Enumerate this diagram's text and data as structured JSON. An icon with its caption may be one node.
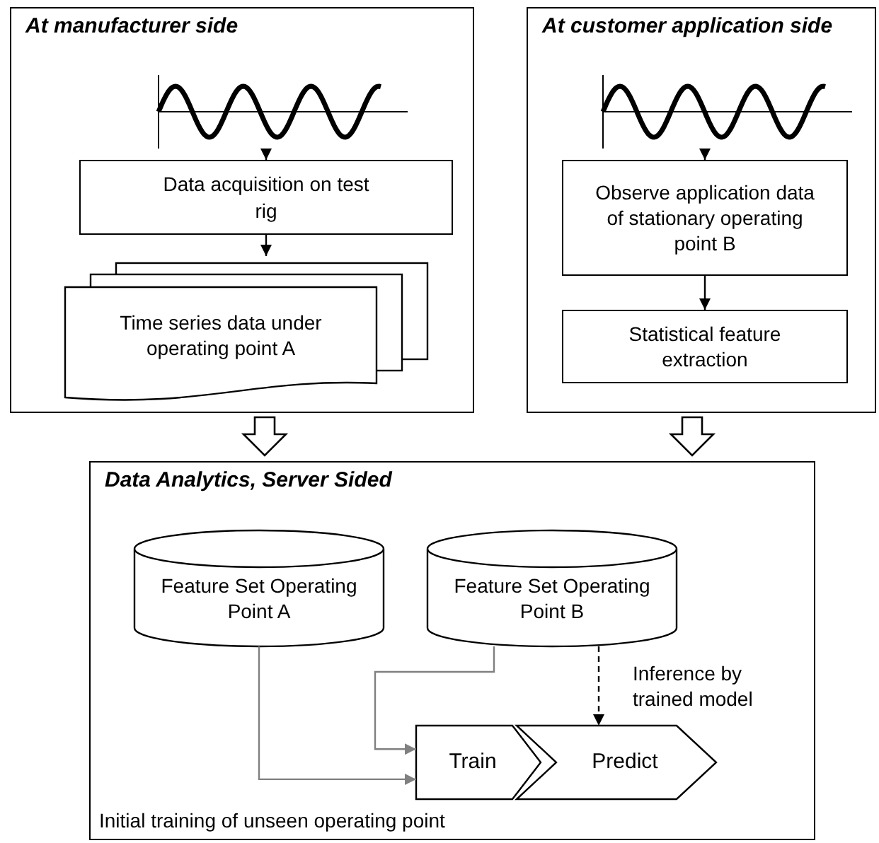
{
  "diagram": {
    "nodes": [
      {
        "text": [
          "At manufacturer side"
        ]
      },
      {
        "text": [],
        "shape": "picture",
        "in": 0
      },
      {
        "text": [
          "Data acquisition on test rig"
        ],
        "in": 0
      },
      {
        "text": [
          "Time series data under operating point A"
        ],
        "in": 0
      },
      {
        "text": [
          "At customer application side"
        ]
      },
      {
        "text": [],
        "shape": "picture",
        "in": 4
      },
      {
        "text": [
          "Observe application data of stationary operating point B"
        ],
        "in": 4
      },
      {
        "text": [
          "Statistical feature extraction"
        ],
        "in": 4
      },
      {
        "text": [
          "Data Analytics, Server Sided",
          "Initial training of unseen operating point"
        ]
      },
      {
        "text": [
          "Feature Set Operating Point A"
        ],
        "in": 8
      },
      {
        "text": [
          "Feature Set Operating Point B"
        ],
        "in": 8
      },
      {
        "text": [
          "Train"
        ],
        "in": 8
      },
      {
        "text": [
          "Predict"
        ],
        "in": 8
      }
    ],
    "edges": [
      {
        "from": 1,
        "to": 2,
        "arrow": "to"
      },
      {
        "from": 2,
        "to": 3,
        "arrow": "to"
      },
      {
        "from": 5,
        "to": 6,
        "arrow": "to"
      },
      {
        "from": 6,
        "to": 7,
        "arrow": "to"
      },
      {
        "from": 0,
        "to": 8,
        "arrow": "to",
        "style": "thick"
      },
      {
        "from": 4,
        "to": 8,
        "arrow": "to",
        "style": "thick"
      },
      {
        "from": 9,
        "to": 11,
        "arrow": "to",
        "color": "#808080"
      },
      {
        "from": 10,
        "to": 11,
        "arrow": "to",
        "color": "#808080"
      },
      {
        "from": 10,
        "to": 12,
        "arrow": "to",
        "style": "dashed",
        "label": "Inference by trained model"
      }
    ]
  }
}
